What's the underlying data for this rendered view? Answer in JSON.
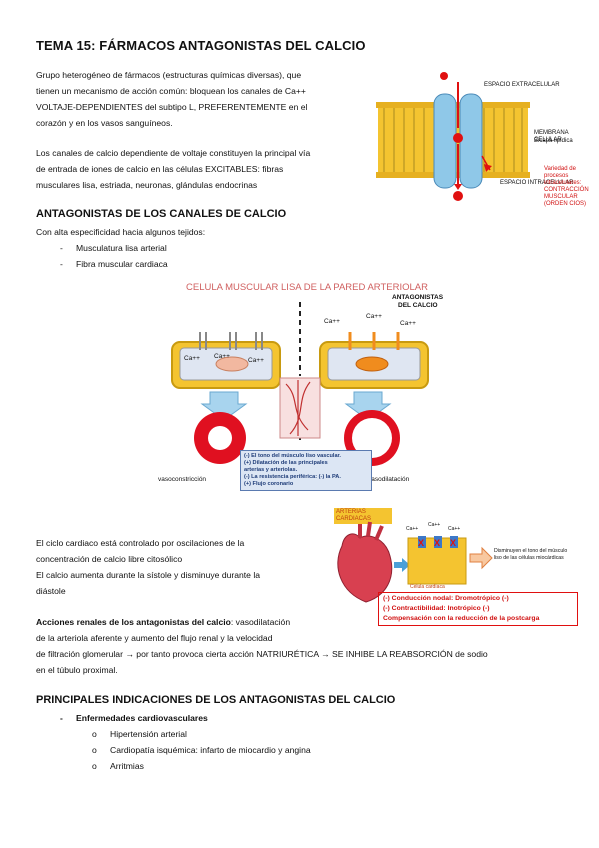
{
  "title": "TEMA 15: FÁRMACOS ANTAGONISTAS DEL CALCIO",
  "intro": {
    "lines": [
      "Grupo heterogéneo de fármacos (estructuras químicas diversas), que",
      "tienen un mecanismo de acción común: bloquean los canales de Ca++",
      "VOLTAJE-DEPENDIENTES del subtipo L, PREFERENTEMENTE en el",
      "corazón y en los vasos sanguíneos."
    ]
  },
  "channels_par": {
    "lines": [
      "Los canales de calcio dependiente de voltaje constituyen la principal vía",
      "de entrada de iones de calcio en las células EXCITABLES: fibras",
      "musculares lisa, estriada, neuronas, glándulas endocrinas"
    ]
  },
  "membrane_fig": {
    "extracellular": "ESPACIO EXTRACELULAR",
    "membrane": "MEMBRANA CELULAR",
    "bilayer": "Bicapa lipídica",
    "intracellular": "ESPACIO INTRACELULAR",
    "note": [
      "Variedad de",
      "procesos",
      "intracelulares:",
      "CONTRACCIÓN",
      "MUSCULAR",
      "(ORDEN CIOS)"
    ]
  },
  "section2": {
    "heading": "ANTAGONISTAS DE LOS CANALES DE CALCIO",
    "lead": "Con alta especificidad hacia algunos tejidos:",
    "items": [
      "Musculatura lisa arterial",
      "Fibra muscular cardiaca"
    ]
  },
  "arteriolar_fig": {
    "title": "CELULA MUSCULAR LISA DE LA PARED ARTERIOLAR",
    "antagonists": [
      "ANTAGONISTAS",
      "DEL CALCIO"
    ],
    "ca": "Ca++",
    "vasoconstriction": "vasoconstricción",
    "vasodilation": "vasodilatación",
    "box": [
      "(-) El tono del músculo liso vascular.",
      "(+) Dilatación de las principales",
      "arterias y arteriolas.",
      "(-) La resistencia periférica: (-) la PA.",
      "(+) Flujo coronario"
    ]
  },
  "cardiac_par": {
    "lines": [
      "El ciclo cardiaco está controlado por oscilaciones de la",
      "concentración de calcio libre citosólico",
      "El calcio aumenta durante la sístole y disminuye durante la",
      "diástole"
    ]
  },
  "cardiac_fig": {
    "label": [
      "ARTERIAS",
      "CARDIACAS"
    ],
    "cell": "Célula cardíaca",
    "ca": [
      "Ca++",
      "Ca++",
      "Ca++"
    ],
    "arrow_text": [
      "Disminuyen el tono del músculo",
      "liso de las células miocárdicas"
    ],
    "effects": [
      "(-) Conducción nodal: Dromotrópico (-)",
      "(-) Contractibilidad:   Inotrópico (-)",
      "Compensación con la reducción de la postcarga"
    ]
  },
  "renal": {
    "bold": "Acciones renales de los antagonistas del calcio",
    "lines": [
      ": vasodilatación",
      "de la arteriola aferente y aumento del flujo renal y la velocidad",
      "de filtración glomerular → por tanto provoca cierta acción NATRIURÉTICA → SE INHIBE LA REABSORCIÓN de sodio",
      "en el túbulo proximal."
    ]
  },
  "section3": {
    "heading": "PRINCIPALES INDICACIONES DE LOS ANTAGONISTAS DEL CALCIO",
    "group": "Enfermedades cardiovasculares",
    "items": [
      "Hipertensión arterial",
      "Cardiopatía isquémica: infarto de miocardio y angina",
      "Arritmias"
    ]
  },
  "colors": {
    "red": "#e01010",
    "yellow": "#f4c430",
    "blue": "#3c78c8",
    "orange": "#f08c1e"
  }
}
